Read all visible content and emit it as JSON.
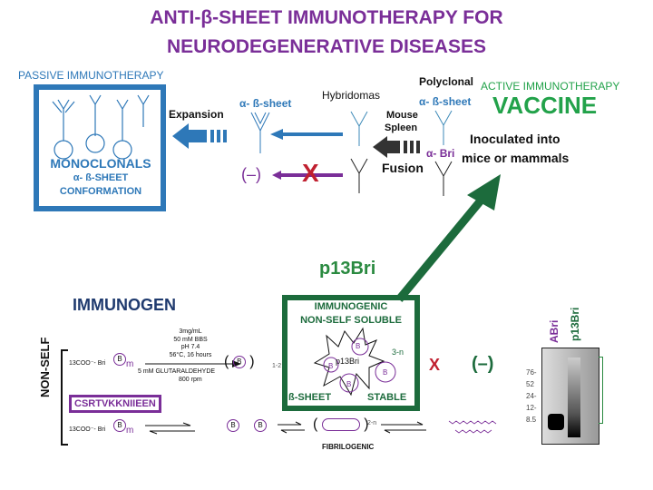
{
  "title": {
    "line1": "ANTI-β-SHEET IMMUNOTHERAPY FOR",
    "line2": "NEURODEGENERATIVE DISEASES"
  },
  "passive": {
    "label": "PASSIVE IMMUNOTHERAPY",
    "box_line1": "MONOCLONALS",
    "box_line2": "α- ß-SHEET",
    "box_line3": "CONFORMATION",
    "expansion": "Expansion",
    "antibody_label": "α- ß-sheet",
    "negative": "(–)"
  },
  "hybrid": {
    "hybridomas": "Hybridomas",
    "mouse": "Mouse",
    "spleen": "Spleen",
    "fusion": "Fusion",
    "polyclonal": "Polyclonal",
    "poly_ab": "α- ß-sheet",
    "abri": "α- Bri"
  },
  "active": {
    "label": "ACTIVE IMMUNOTHERAPY",
    "vaccine": "VACCINE",
    "inoc1": "Inoculated into",
    "inoc2": "mice or mammals"
  },
  "p13bri": "p13Bri",
  "immunogen": {
    "label": "IMMUNOGEN",
    "nonself": "NON-SELF",
    "bri1": "13COO⁻- Bri",
    "bri2": "13COO⁻- Bri",
    "m": "m",
    "sequence": "CSRTVKKNIIEEN",
    "conditions": [
      "3mg/mL",
      "50 mM BBS",
      "pH 7.4",
      "56°C, 16 hours"
    ],
    "glut": "5 mM GLUTARALDEHYDE",
    "rpm": "800 rpm",
    "sub12": "1-2",
    "B": "B",
    "fibrilogenic": "FIBRILOGENIC",
    "sub2n": "2-n"
  },
  "box": {
    "line1": "IMMUNOGENIC",
    "line2": "NON-SELF SOLUBLE",
    "center": "p13Bri",
    "n": "3-n",
    "left": "ß-SHEET",
    "right": "STABLE",
    "B": "B"
  },
  "result": {
    "negative": "(–)"
  },
  "gel": {
    "lane1": "ABri",
    "lane2": "p13Bri",
    "markers": [
      "76-",
      "52",
      "24-",
      "12-",
      "8.5"
    ]
  }
}
